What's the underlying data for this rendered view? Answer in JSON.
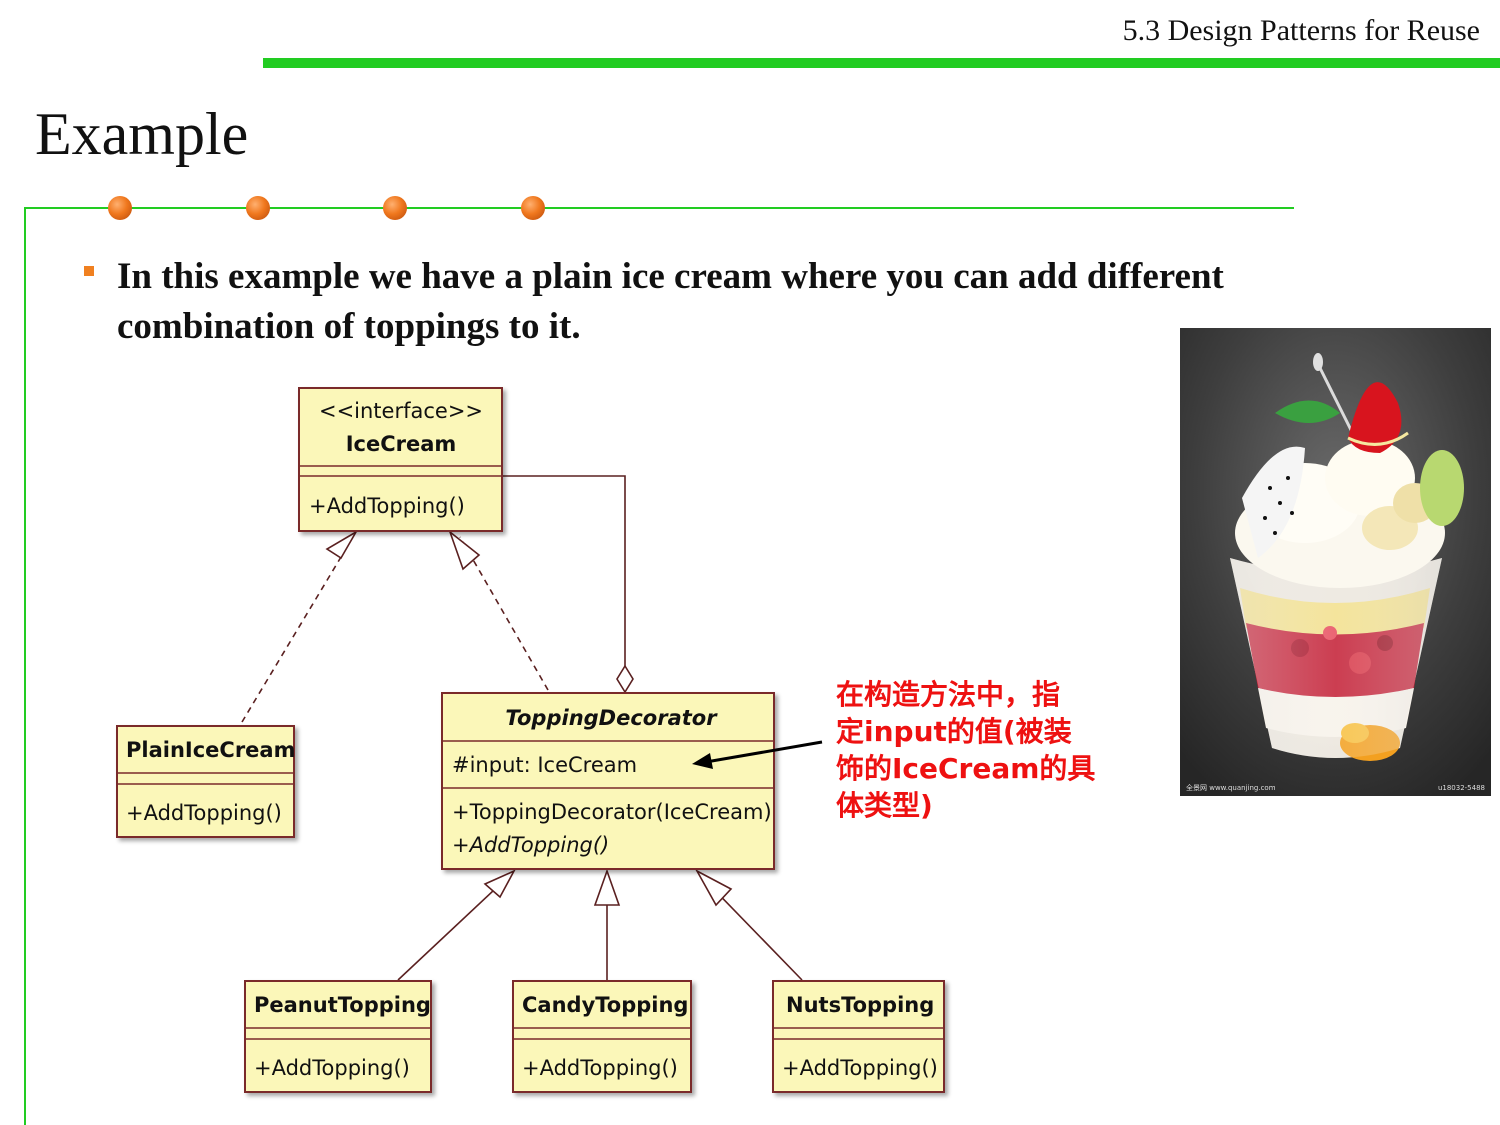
{
  "header": {
    "section_title": "5.3 Design Patterns for Reuse"
  },
  "slide": {
    "title": "Example",
    "bullet": "In this example we have a plain ice cream where you can add different combination of toppings to it."
  },
  "diagram": {
    "classes": {
      "icecream": {
        "stereotype": "<<interface>>",
        "name": "IceCream",
        "methods": [
          "+AddTopping()"
        ]
      },
      "plain": {
        "name": "PlainIceCream",
        "methods": [
          "+AddTopping()"
        ]
      },
      "decorator": {
        "name": "ToppingDecorator",
        "attributes": [
          "#input: IceCream"
        ],
        "methods": [
          "+ToppingDecorator(IceCream)",
          "+AddTopping()"
        ]
      },
      "peanut": {
        "name": "PeanutTopping",
        "methods": [
          "+AddTopping()"
        ]
      },
      "candy": {
        "name": "CandyTopping",
        "methods": [
          "+AddTopping()"
        ]
      },
      "nuts": {
        "name": "NutsTopping",
        "methods": [
          "+AddTopping()"
        ]
      }
    },
    "colors": {
      "class_fill": "#fbf7b9",
      "class_border": "#7a2a2a",
      "annotation": "#ee1111",
      "accent_green": "#22cc22"
    }
  },
  "annotation": {
    "lines": [
      "在构造方法中，指",
      "定input的值(被装",
      "饰的IceCream的具",
      "体类型)"
    ]
  },
  "photo": {
    "watermark_left": "全景网 www.quanjing.com",
    "watermark_right": "u18032-5488"
  }
}
